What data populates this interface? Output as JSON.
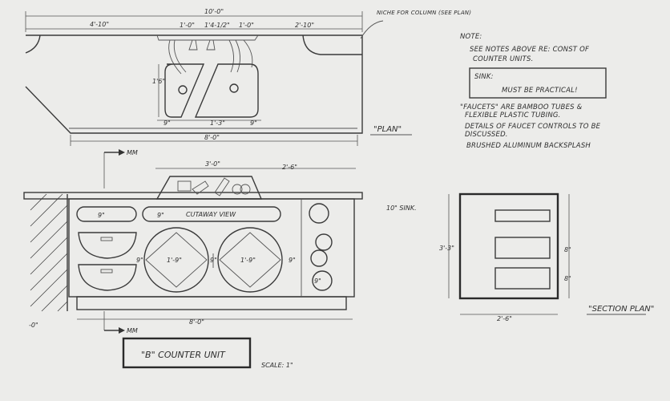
{
  "plan": {
    "dim_overall_top": "10'-0\"",
    "dim_left": "4'-10\"",
    "dim_center_a": "1'-0\"",
    "dim_center_b": "1'4-1/2\"",
    "dim_center_c": "1'-0\"",
    "dim_right": "2'-10\"",
    "dim_side": "1'6\"",
    "dim_bottom_a": "9\"",
    "dim_bottom_b": "1'-3\"",
    "dim_bottom_c": "9\"",
    "dim_overall_bottom": "8'-0\"",
    "column_note": "NICHE FOR COLUMN (SEE PLAN)",
    "label": "\"PLAN\""
  },
  "notes": {
    "heading": "NOTE:",
    "line1": "SEE NOTES ABOVE RE: CONST OF",
    "line2": "COUNTER UNITS.",
    "box_title": "SINK:",
    "box_text": "MUST BE PRACTICAL!",
    "line3": "\"FAUCETS\" ARE BAMBOO TUBES &",
    "line4": "FLEXIBLE PLASTIC TUBING.",
    "line5": "DETAILS OF FAUCET CONTROLS TO BE",
    "line6": "DISCUSSED.",
    "line7": "BRUSHED ALUMINUM BACKSPLASH"
  },
  "elevation": {
    "section_mark_top": "MM",
    "section_mark_bottom": "MM",
    "dim_top_a": "3'-0\"",
    "dim_top_b": "2'-6\"",
    "dim_side_note": "10\" SINK.",
    "cutaway_label": "CUTAWAY VIEW",
    "dim_circle_a": "1'-9\"",
    "dim_circle_b": "1'-9\"",
    "dim_small_a": "9\"",
    "dim_small_b": "9\"",
    "dim_small_c": "9\"",
    "dim_small_d": "9\"",
    "dim_drawer_a": "9\"",
    "dim_drawer_b": "9\"",
    "dim_left_edge": "-0\"",
    "dim_overall_bottom": "8'-0\"",
    "title": "\"B\" COUNTER UNIT",
    "scale": "SCALE: 1\""
  },
  "section": {
    "dim_height": "3'-3\"",
    "dim_a": "8\"",
    "dim_b": "8\"",
    "dim_width": "2'-6\"",
    "label": "\"SECTION PLAN\""
  }
}
